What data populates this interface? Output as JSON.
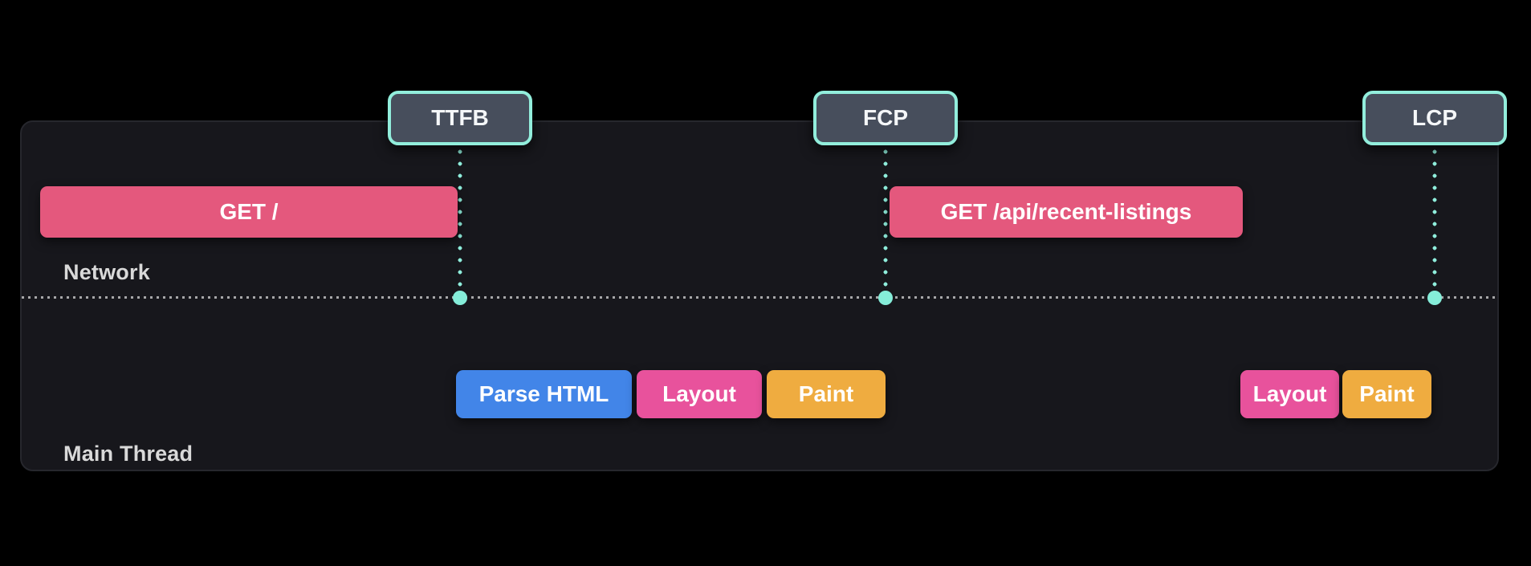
{
  "diagram": {
    "title": "page-load performance timeline",
    "markers": [
      {
        "id": "ttfb",
        "label": "TTFB"
      },
      {
        "id": "fcp",
        "label": "FCP"
      },
      {
        "id": "lcp",
        "label": "LCP"
      }
    ],
    "lanes": {
      "network": {
        "label": "Network",
        "bars": [
          {
            "label": "GET /",
            "ends_at_marker": "TTFB"
          },
          {
            "label": "GET /api/recent-listings",
            "starts_at_marker": "FCP"
          }
        ]
      },
      "main_thread": {
        "label": "Main Thread",
        "bars": [
          {
            "label": "Parse HTML",
            "starts_at_marker": "TTFB"
          },
          {
            "label": "Layout"
          },
          {
            "label": "Paint",
            "ends_at_marker": "FCP"
          },
          {
            "label": "Layout"
          },
          {
            "label": "Paint",
            "ends_at_marker": "LCP"
          }
        ]
      }
    },
    "colors": {
      "page_background": "#000000",
      "panel_background": "#17171c",
      "panel_border": "#26272d",
      "accent_teal": "#8feedc",
      "anchor_dot": "#85edd9",
      "marker_fill": "#474e5c",
      "marker_text": "#f5f7f9",
      "lane_label_text": "#d9d9d9",
      "divider_dots": "#9e9e9e",
      "network_request_bar": "#e4587d",
      "parse_html_bar": "#4285e8",
      "layout_bar": "#e8529c",
      "paint_bar": "#efac40",
      "bar_text": "#ffffff"
    }
  }
}
